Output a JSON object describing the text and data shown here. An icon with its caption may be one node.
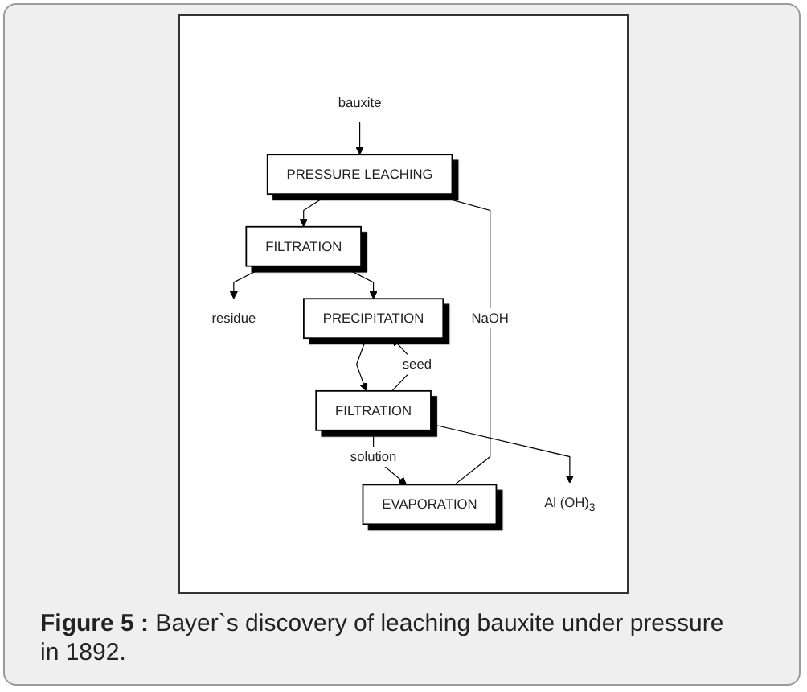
{
  "diagram": {
    "caption": "**Figure 5 :** Bayer`s discovery of leaching bauxite under pressure in 1892.",
    "nodes": [
      {
        "text": [
          "bauxite"
        ]
      },
      {
        "text": [
          "PRESSURE LEACHING"
        ]
      },
      {
        "text": [
          "FILTRATION"
        ]
      },
      {
        "text": [
          "residue"
        ]
      },
      {
        "text": [
          "PRECIPITATION"
        ]
      },
      {
        "text": [
          "FILTRATION"
        ]
      },
      {
        "text": [
          "EVAPORATION"
        ]
      },
      {
        "text": [
          "Al (OH)$_{3}$"
        ]
      }
    ],
    "edges": [
      {
        "from": 6,
        "to": 1,
        "arrow": "to",
        "label": "NaOH"
      },
      {
        "from": 0,
        "to": 1,
        "arrow": "to"
      },
      {
        "from": 1,
        "to": 2,
        "arrow": "to"
      },
      {
        "from": 2,
        "to": 3,
        "arrow": "to"
      },
      {
        "from": 2,
        "to": 4,
        "arrow": "to"
      },
      {
        "from": 5,
        "to": 4,
        "arrow": "to",
        "label": "seed"
      },
      {
        "from": 4,
        "to": 5,
        "arrow": "to"
      },
      {
        "from": 5,
        "to": 6,
        "arrow": "to",
        "label": "solution"
      },
      {
        "from": 5,
        "to": 7,
        "arrow": "to"
      }
    ]
  }
}
